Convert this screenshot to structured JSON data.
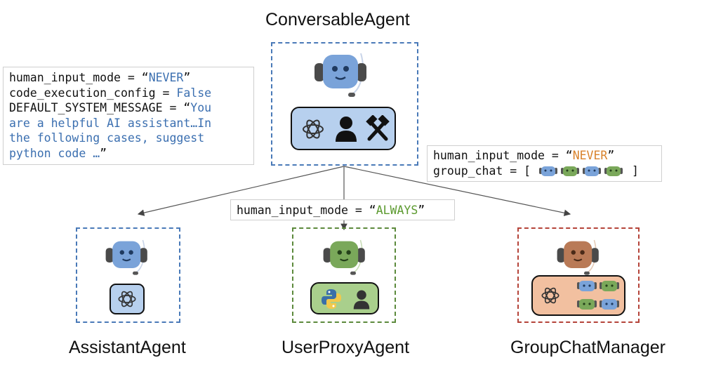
{
  "titles": {
    "top": "ConversableAgent",
    "left": "AssistantAgent",
    "middle": "UserProxyAgent",
    "right": "GroupChatManager"
  },
  "conversable_config": {
    "line1_key": "human_input_mode = “",
    "line1_value": "NEVER",
    "line1_end": "”",
    "line2_key": "code_execution_config = ",
    "line2_value": "False",
    "line3_key": "DEFAULT_SYSTEM_MESSAGE = “",
    "line3_value": "You",
    "line4": "are a helpful AI assistant…In",
    "line5": "the following cases, suggest",
    "line6": "python code …",
    "line6_end": "”"
  },
  "group_chat_config": {
    "line1_key": "human_input_mode = “",
    "line1_value": "NEVER",
    "line1_end": "”",
    "line2_key": "group_chat = [",
    "line2_end": "]"
  },
  "user_proxy_config": {
    "key": "human_input_mode = “",
    "value": "ALWAYS",
    "end": "”"
  },
  "colors": {
    "blue_agent": "#7aa3d9",
    "green_agent": "#7aa85a",
    "brown_agent": "#b97a57",
    "blue_border": "#4a7ab8",
    "green_border": "#5c8a3c",
    "red_border": "#b5443a"
  },
  "icons": [
    "robot-icon",
    "openai-icon",
    "person-icon",
    "tools-icon",
    "python-icon"
  ]
}
